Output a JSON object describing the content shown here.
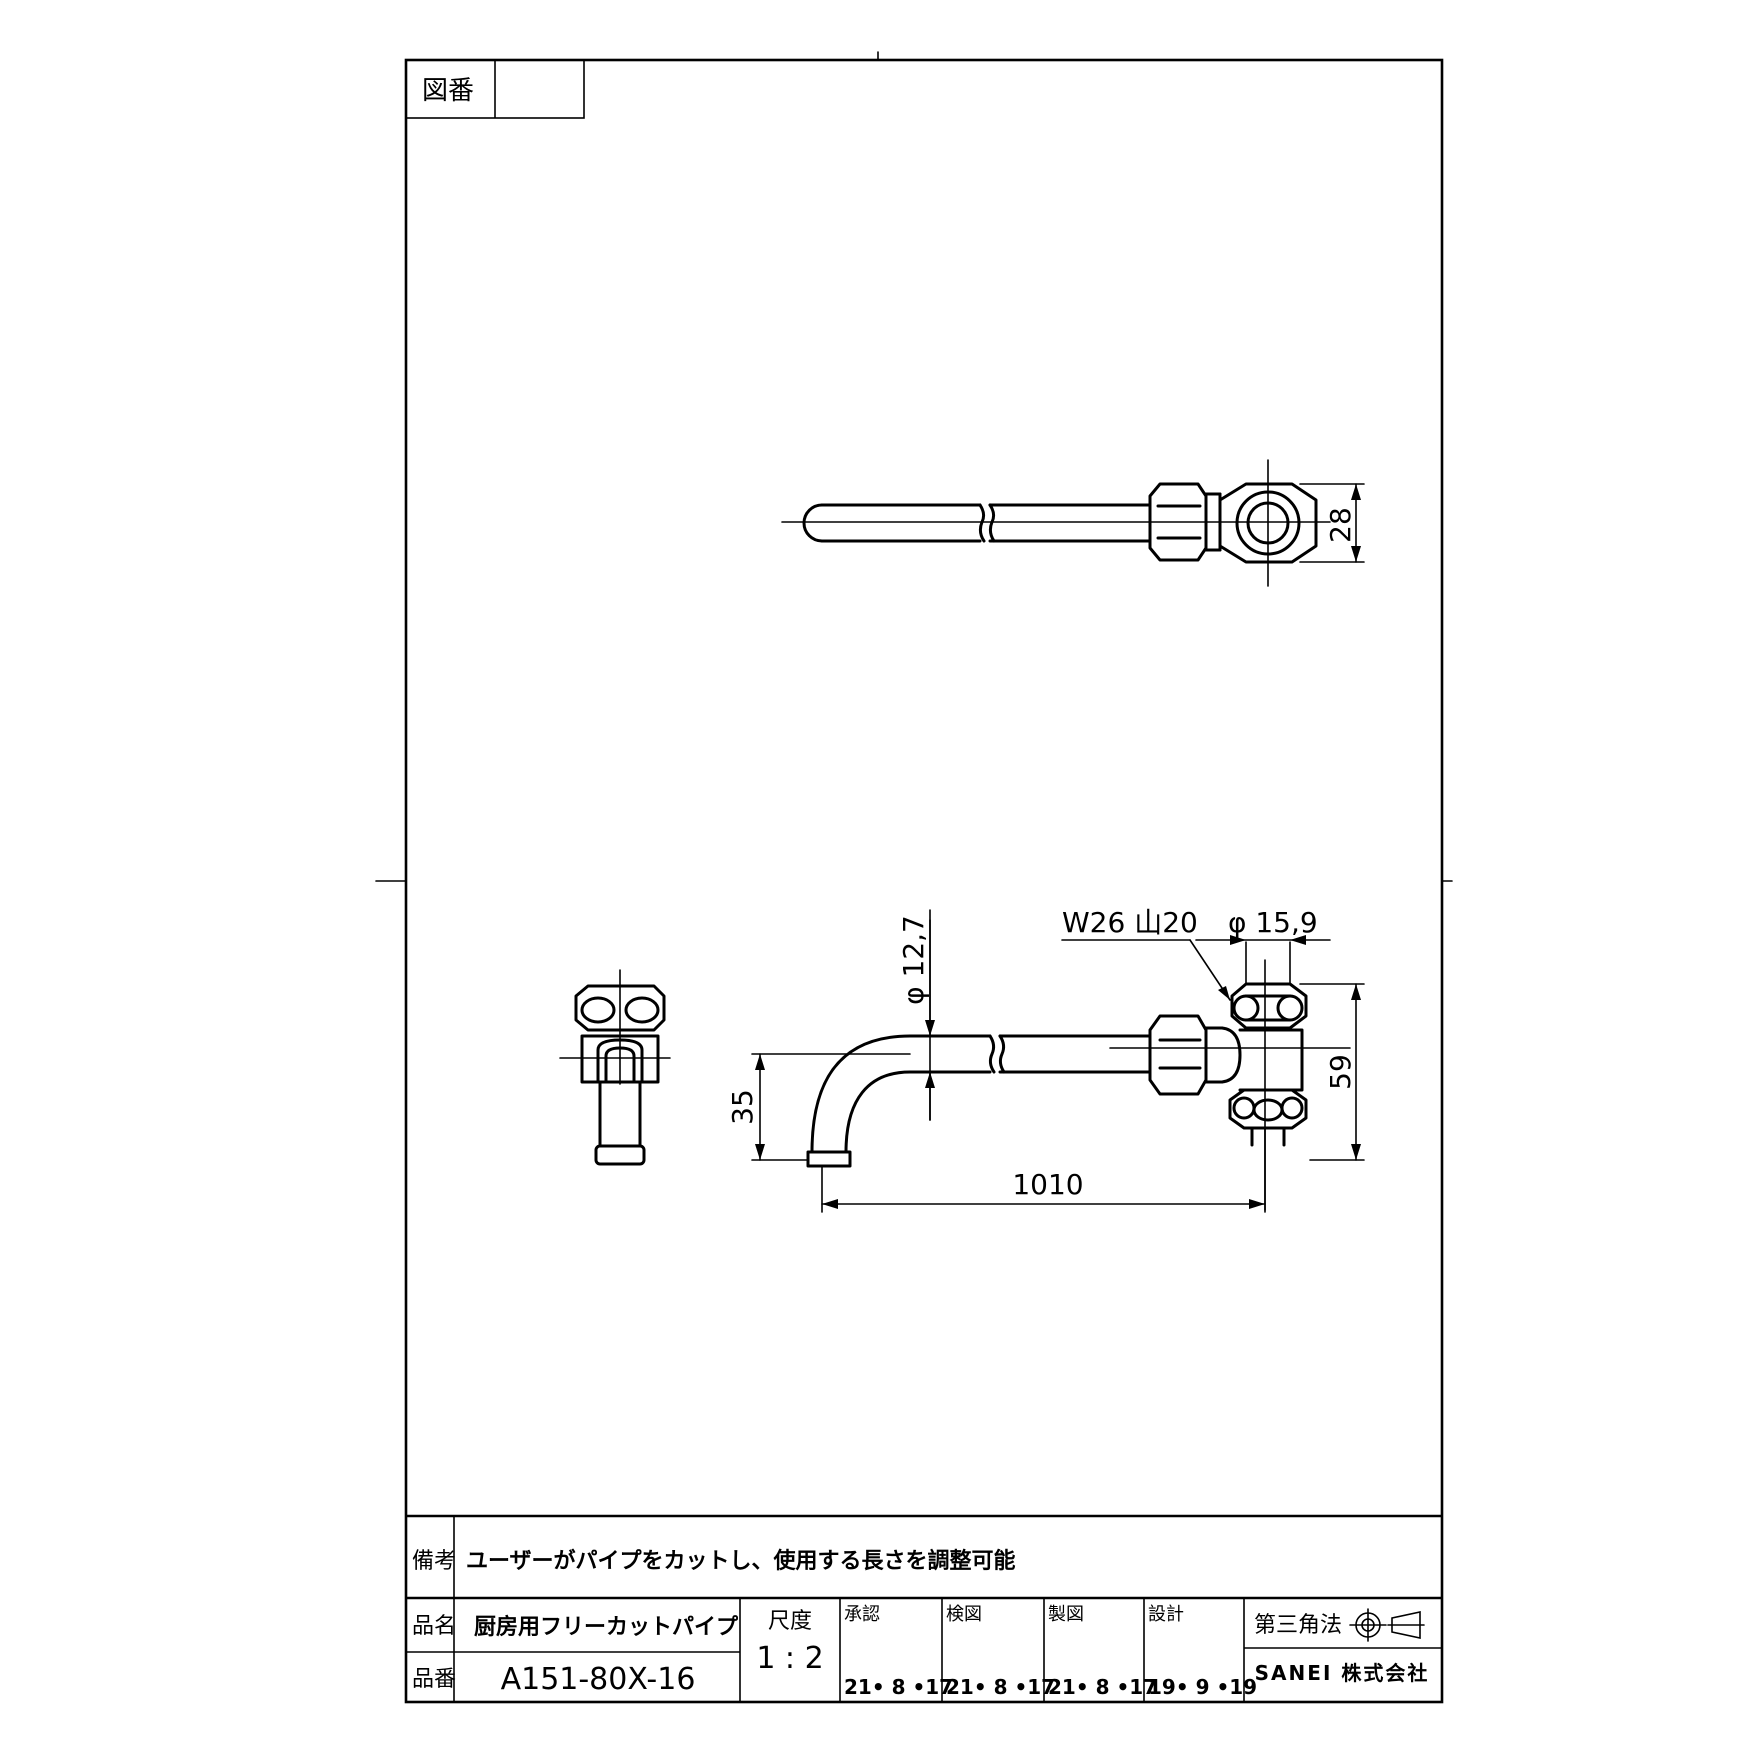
{
  "drawing_number": {
    "label": "図番",
    "value": ""
  },
  "remarks": {
    "label": "備考",
    "text": "ユーザーがパイプをカットし、使用する長さを調整可能"
  },
  "product_name": {
    "label": "品名",
    "value": "厨房用フリーカットパイプ"
  },
  "product_number": {
    "label": "品番",
    "value": "A151-80X-16"
  },
  "scale": {
    "label": "尺度",
    "value": "1 : 2"
  },
  "approvals": [
    {
      "label": "承認",
      "date": "21• 8 •17"
    },
    {
      "label": "検図",
      "date": "21• 8 •17"
    },
    {
      "label": "製図",
      "date": "21• 8 •17"
    },
    {
      "label": "設計",
      "date": "19• 9 •19"
    }
  ],
  "projection": {
    "label": "第三角法",
    "symbol": "third-angle-projection-icon"
  },
  "company": "SANEI 株式会社",
  "dimensions": {
    "top_height": "28",
    "pipe_diameter": "φ 12,7",
    "thread": "W26 山20",
    "bore_diameter": "φ 15,9",
    "total_height": "59",
    "outlet_height": "35",
    "length": "1010"
  }
}
